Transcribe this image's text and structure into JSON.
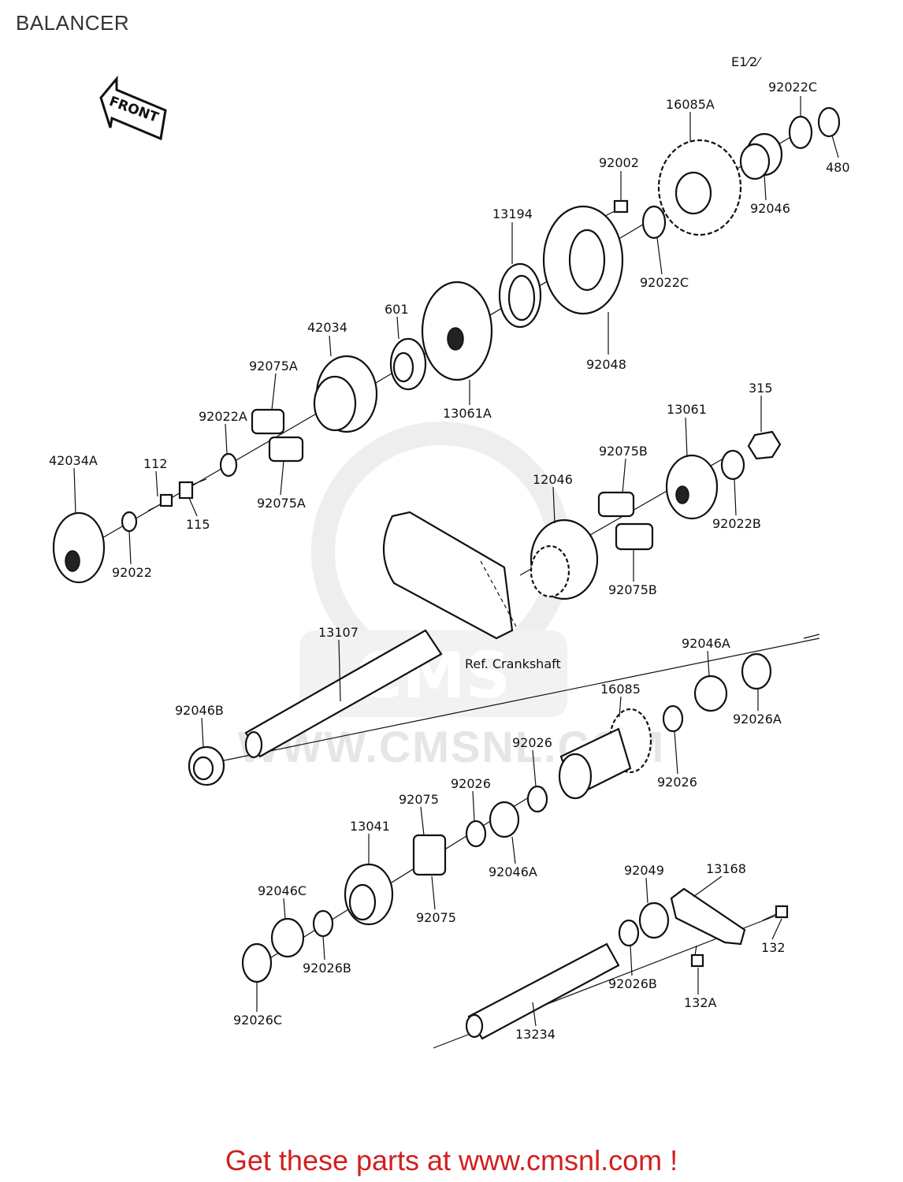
{
  "title": "BALANCER",
  "front_label": "FRONT",
  "ref_label": "Ref. Crankshaft",
  "corner_code": "E1⁄2⁄",
  "watermark": {
    "brand": "CMS",
    "url": "WWW.CMSNL.COM"
  },
  "footer": "Get these parts at www.cmsnl.com !",
  "parts": [
    {
      "id": "p92022C_a",
      "label": "92022C"
    },
    {
      "id": "p16085A",
      "label": "16085A"
    },
    {
      "id": "p480",
      "label": "480"
    },
    {
      "id": "p92002",
      "label": "92002"
    },
    {
      "id": "p92046",
      "label": "92046"
    },
    {
      "id": "p13194",
      "label": "13194"
    },
    {
      "id": "p92022C_b",
      "label": "92022C"
    },
    {
      "id": "p601",
      "label": "601"
    },
    {
      "id": "p42034",
      "label": "42034"
    },
    {
      "id": "p92048",
      "label": "92048"
    },
    {
      "id": "p92075A_a",
      "label": "92075A"
    },
    {
      "id": "p13061A",
      "label": "13061A"
    },
    {
      "id": "p315",
      "label": "315"
    },
    {
      "id": "p92022A",
      "label": "92022A"
    },
    {
      "id": "p13061",
      "label": "13061"
    },
    {
      "id": "p42034A",
      "label": "42034A"
    },
    {
      "id": "p112",
      "label": "112"
    },
    {
      "id": "p92075B_a",
      "label": "92075B"
    },
    {
      "id": "p92075A_b",
      "label": "92075A"
    },
    {
      "id": "p12046",
      "label": "12046"
    },
    {
      "id": "p115",
      "label": "115"
    },
    {
      "id": "p92022B",
      "label": "92022B"
    },
    {
      "id": "p92022",
      "label": "92022"
    },
    {
      "id": "p92075B_b",
      "label": "92075B"
    },
    {
      "id": "p13107",
      "label": "13107"
    },
    {
      "id": "p92046A_a",
      "label": "92046A"
    },
    {
      "id": "p16085",
      "label": "16085"
    },
    {
      "id": "p92046B",
      "label": "92046B"
    },
    {
      "id": "p92026A",
      "label": "92026A"
    },
    {
      "id": "p92026_a",
      "label": "92026"
    },
    {
      "id": "p92026_b",
      "label": "92026"
    },
    {
      "id": "p92026_c",
      "label": "92026"
    },
    {
      "id": "p92075_a",
      "label": "92075"
    },
    {
      "id": "p13041",
      "label": "13041"
    },
    {
      "id": "p92046A_b",
      "label": "92046A"
    },
    {
      "id": "p92049",
      "label": "92049"
    },
    {
      "id": "p13168",
      "label": "13168"
    },
    {
      "id": "p92046C",
      "label": "92046C"
    },
    {
      "id": "p92075_b",
      "label": "92075"
    },
    {
      "id": "p132",
      "label": "132"
    },
    {
      "id": "p92026B_a",
      "label": "92026B"
    },
    {
      "id": "p92026B_b",
      "label": "92026B"
    },
    {
      "id": "p132A",
      "label": "132A"
    },
    {
      "id": "p92026C",
      "label": "92026C"
    },
    {
      "id": "p13234",
      "label": "13234"
    }
  ]
}
